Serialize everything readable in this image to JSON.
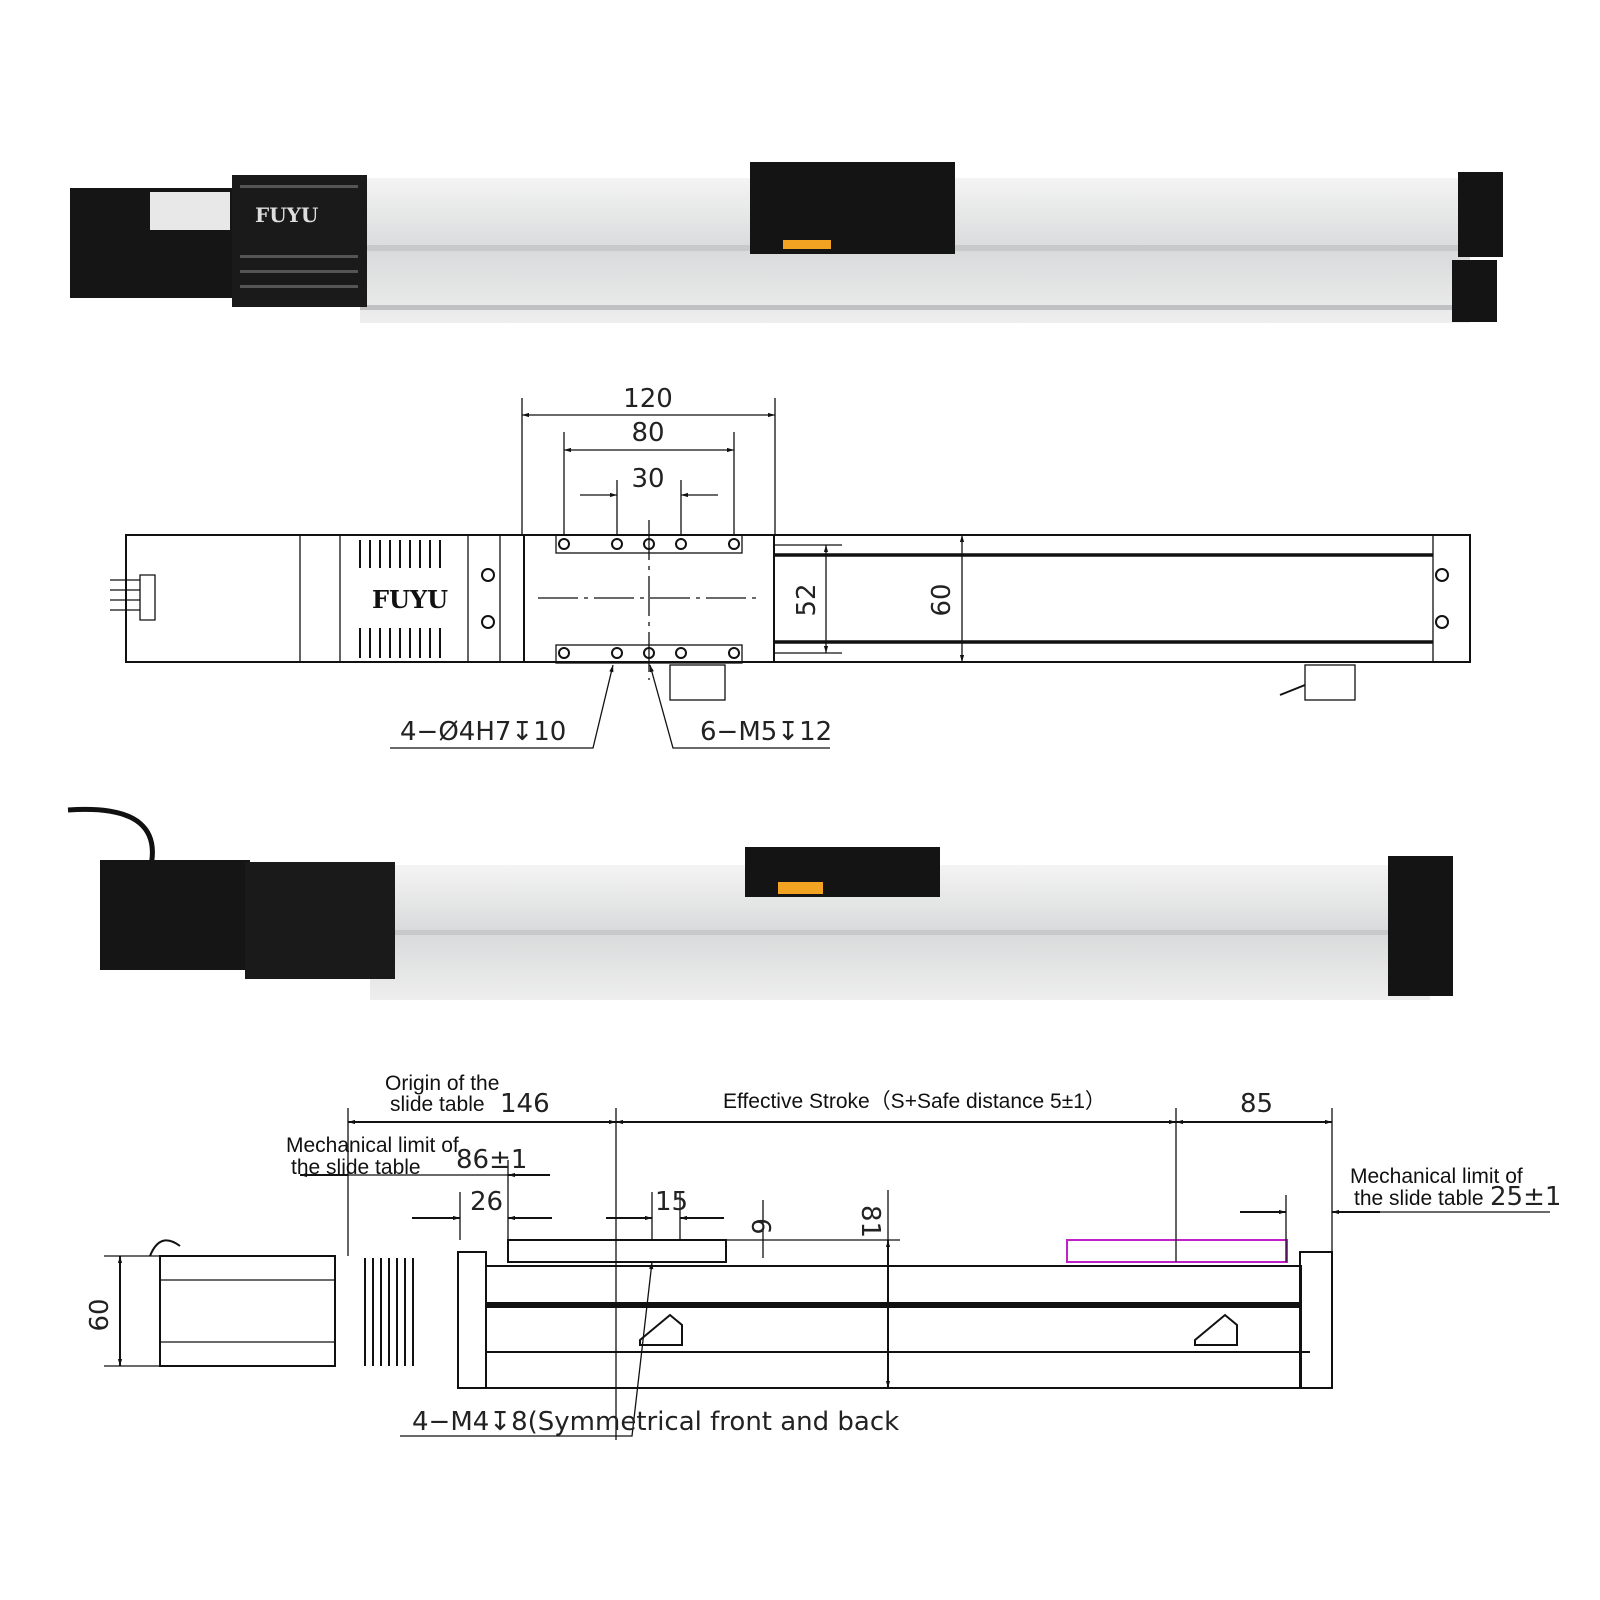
{
  "brand": "FUYU",
  "colors": {
    "aluminum": "#e4e5e6",
    "black": "#151515",
    "label_orange": "#f2a321",
    "highlight": "#c020c8"
  },
  "top_view": {
    "dim_120": "120",
    "dim_80": "80",
    "dim_30": "30",
    "dim_52": "52",
    "dim_60": "60",
    "hole_callout": "4−Ø4H7↧10",
    "thread_callout": "6−M5↧12"
  },
  "side_view": {
    "origin_line1": "Origin of the",
    "origin_line2": "slide table",
    "dim_146": "146",
    "effective_stroke": "Effective Stroke（S+Safe distance 5±1）",
    "dim_85": "85",
    "mech_limit_left_line1": "Mechanical limit of",
    "mech_limit_left_line2": "the slide table",
    "dim_86": "86±1",
    "dim_26": "26",
    "dim_15": "15",
    "dim_6": "6",
    "dim_81": "81",
    "mech_limit_right_line1": "Mechanical limit of",
    "mech_limit_right_line2": "the slide table",
    "dim_25": "25±1",
    "dim_60": "60",
    "mount_callout": "4−M4↧8(Symmetrical front and back"
  }
}
